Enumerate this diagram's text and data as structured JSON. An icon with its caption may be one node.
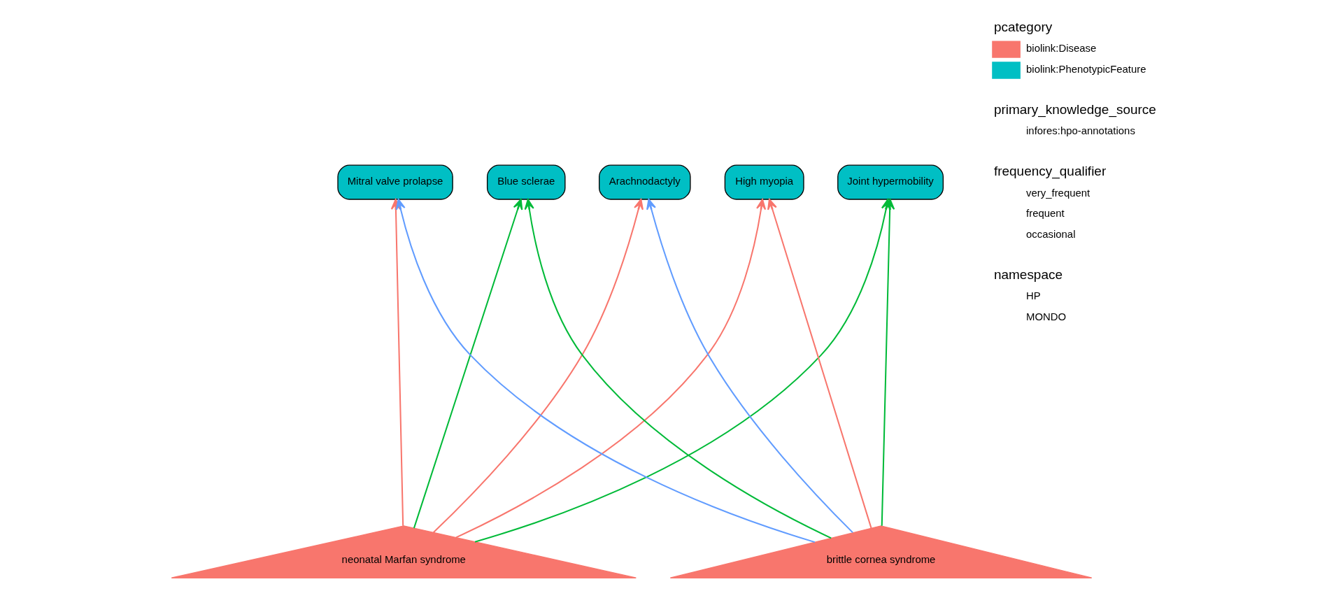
{
  "diagram": {
    "nodes": [
      {
        "text": [
          "Joint hypermobility"
        ]
      },
      {
        "text": [
          "Mitral valve prolapse"
        ]
      },
      {
        "text": [
          "Blue sclerae"
        ]
      },
      {
        "text": [
          "Arachnodactyly"
        ]
      },
      {
        "text": [
          "High myopia"
        ]
      },
      {
        "text": [
          "neonatal Marfan syndrome"
        ]
      },
      {
        "text": [
          "brittle cornea syndrome"
        ]
      }
    ],
    "edges": [
      {
        "from": 5,
        "to": 0,
        "arrow": "to",
        "color": "#00ba38"
      },
      {
        "from": 5,
        "to": 1,
        "arrow": "to",
        "color": "#f8766d"
      },
      {
        "from": 5,
        "to": 2,
        "arrow": "to",
        "color": "#00ba38"
      },
      {
        "from": 5,
        "to": 3,
        "arrow": "to",
        "color": "#f8766d"
      },
      {
        "from": 5,
        "to": 4,
        "arrow": "to",
        "color": "#f8766d"
      },
      {
        "from": 6,
        "to": 0,
        "arrow": "to",
        "color": "#00ba38"
      },
      {
        "from": 6,
        "to": 1,
        "arrow": "to",
        "color": "#619cff"
      },
      {
        "from": 6,
        "to": 2,
        "arrow": "to",
        "color": "#00ba38"
      },
      {
        "from": 6,
        "to": 3,
        "arrow": "to",
        "color": "#619cff"
      },
      {
        "from": 6,
        "to": 4,
        "arrow": "to",
        "color": "#f8766d"
      }
    ],
    "labels": [
      "pcategory",
      "primary_knowledge_source",
      "frequency_qualifier",
      "namespace"
    ],
    "legend": [
      {
        "text": "biolink:Disease",
        "color": "#f8766d"
      },
      {
        "text": "biolink:PhenotypicFeature",
        "color": "#00bfc4"
      },
      {
        "text": "infores:hpo-annotations"
      },
      {
        "text": "very_frequent"
      },
      {
        "text": "frequent"
      },
      {
        "text": "occasional"
      },
      {
        "text": "HP"
      },
      {
        "text": "MONDO"
      }
    ]
  }
}
